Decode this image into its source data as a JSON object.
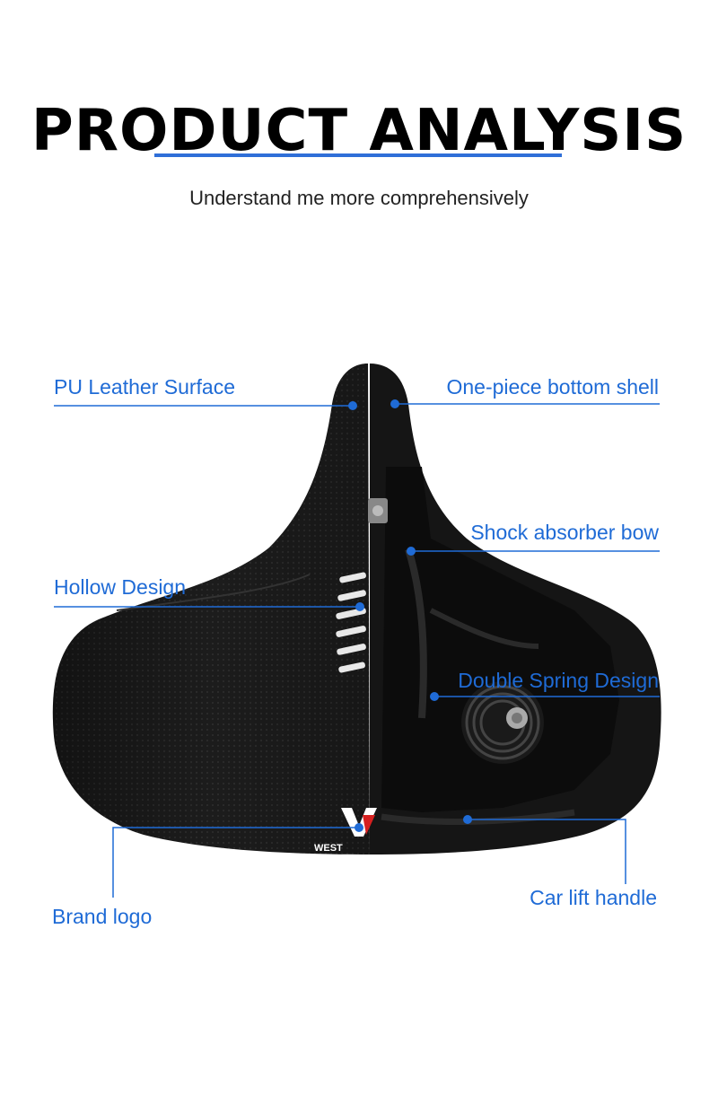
{
  "header": {
    "title": "PRODUCT ANALYSIS",
    "subtitle": "Understand me more comprehensively"
  },
  "callouts": {
    "pu_leather": "PU Leather Surface",
    "bottom_shell": "One-piece bottom shell",
    "shock_bow": "Shock absorber bow",
    "hollow": "Hollow Design",
    "double_spring": "Double Spring Design",
    "brand_logo": "Brand logo",
    "lift_handle": "Car lift handle"
  },
  "colors": {
    "accent": "#1f6bd6",
    "underline": "#2f6fd8",
    "saddle": "#1a1a1a"
  }
}
